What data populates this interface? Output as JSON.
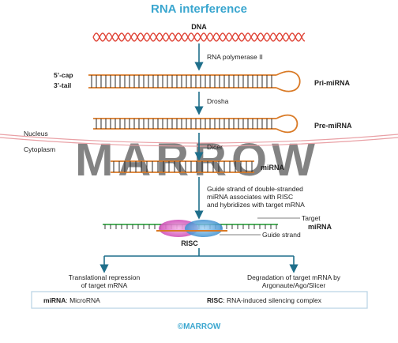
{
  "title": "RNA interference",
  "labels": {
    "dna": "DNA",
    "rna_pol": "RNA polymerase II",
    "cap": "5’-cap",
    "tail": "3’-tail",
    "pri": "Pri-miRNA",
    "drosha": "Drosha",
    "pre": "Pre-miRNA",
    "nucleus": "Nucleus",
    "cytoplasm": "Cytoplasm",
    "dicer": "Dicer",
    "mirna": "miRNA",
    "guide_line1": "Guide strand of double-stranded",
    "guide_line2": "miRNA associates with RISC",
    "guide_line3": "and hybridizes with target mRNA",
    "target": "Target",
    "target_mirna": "miRNA",
    "guide_strand": "Guide strand",
    "risc": "RISC",
    "left_out1": "Translational repression",
    "left_out2": "of target mRNA",
    "right_out1": "Degradation of target mRNA by",
    "right_out2": "Argonaute/Ago/Slicer"
  },
  "legend": {
    "mirna_term": "miRNA",
    "mirna_def": ": MicroRNA",
    "risc_term": "RISC",
    "risc_def": ": RNA-induced silencing complex"
  },
  "footer": "©MARROW",
  "watermark": "MARROW",
  "colors": {
    "title": "#3aa6cf",
    "dna": "#e0473a",
    "strand": "#d97a26",
    "rung": "#2a2a2a",
    "arrow": "#1f6f8b",
    "membrane": "#e9a0a5",
    "target_strand": "#39a84a",
    "risc_pink": "#d960c0",
    "risc_blue": "#4f9fd9",
    "legend_border": "#bcd6e6",
    "footer": "#3aa6cf"
  }
}
